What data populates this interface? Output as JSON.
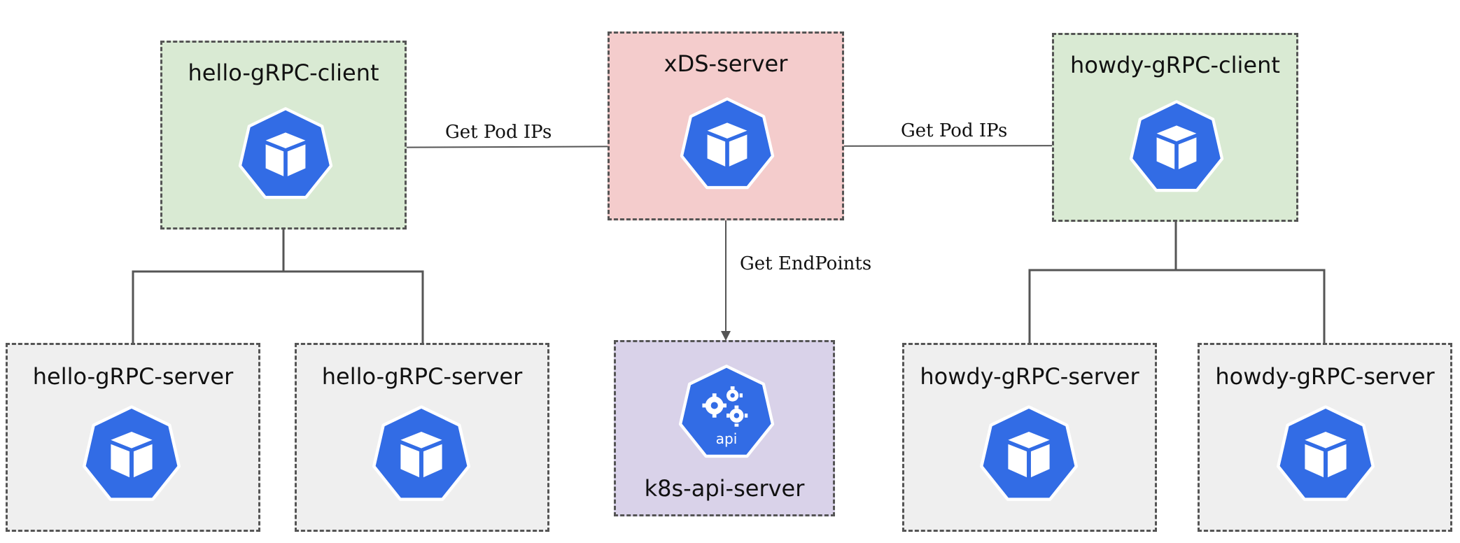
{
  "nodes": {
    "hello_client": {
      "label": "hello-gRPC-client",
      "icon": "kubernetes-pod-icon"
    },
    "xds_server": {
      "label": "xDS-server",
      "icon": "kubernetes-pod-icon"
    },
    "howdy_client": {
      "label": "howdy-gRPC-client",
      "icon": "kubernetes-pod-icon"
    },
    "hello_server_1": {
      "label": "hello-gRPC-server",
      "icon": "kubernetes-pod-icon"
    },
    "hello_server_2": {
      "label": "hello-gRPC-server",
      "icon": "kubernetes-pod-icon"
    },
    "k8s_api": {
      "label": "k8s-api-server",
      "icon": "kubernetes-api-icon",
      "icon_text": "api"
    },
    "howdy_server_1": {
      "label": "howdy-gRPC-server",
      "icon": "kubernetes-pod-icon"
    },
    "howdy_server_2": {
      "label": "howdy-gRPC-server",
      "icon": "kubernetes-pod-icon"
    }
  },
  "edges": {
    "hello_to_xds": "Get Pod IPs",
    "howdy_to_xds": "Get Pod IPs",
    "xds_to_api": "Get EndPoints"
  },
  "colors": {
    "client_fill": "#d9ead3",
    "xds_fill": "#f4cccc",
    "server_fill": "#efefef",
    "api_fill": "#d9d2e9",
    "icon_blue": "#326ce5",
    "line": "#555555"
  }
}
